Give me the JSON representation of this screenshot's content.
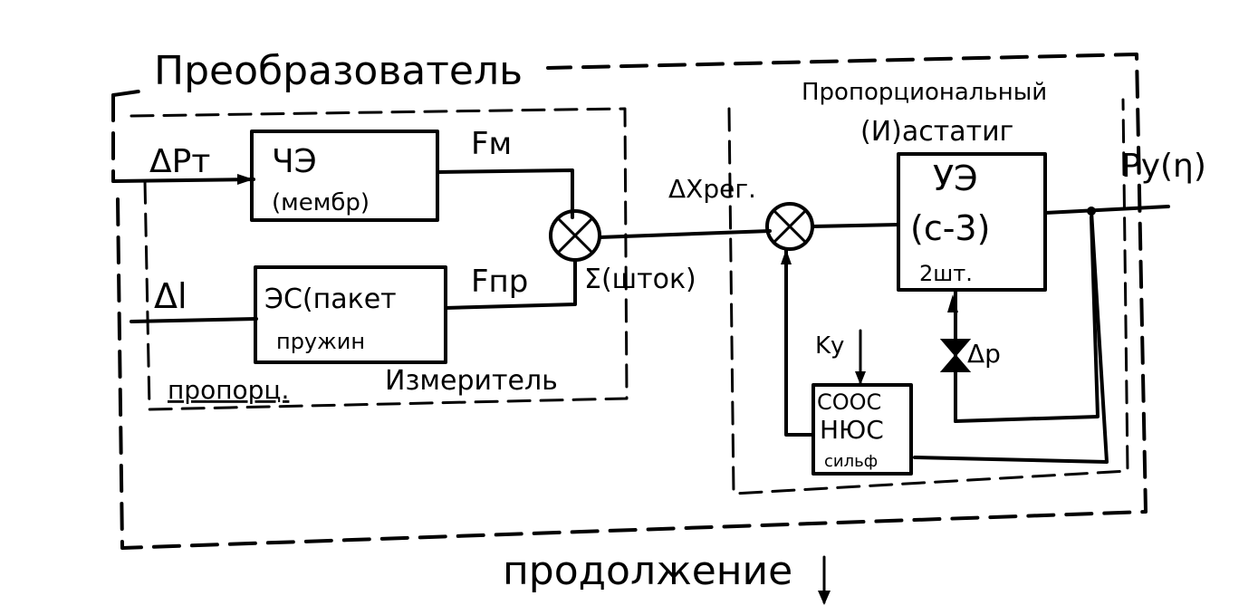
{
  "diagram": {
    "outer_title": "Преобразователь",
    "meter_label": "Измеритель",
    "proportional_label": "пропорц.",
    "regulator_title_line1": "Пропорциональный",
    "regulator_title_line2": "(И)астатиг",
    "inputs": {
      "dp_t": "ΔPт",
      "dl": "Δl"
    },
    "blocks": {
      "che": {
        "line1": "ЧЭ",
        "line2": "(мембр)"
      },
      "es": {
        "line1": "ЭС(пакет",
        "line2": "пружин"
      },
      "ue": {
        "line1": "УЭ",
        "line2": "(с-3)",
        "line3": "2шт."
      },
      "feedback": {
        "line1": "СООС",
        "line2": "НЮС",
        "line3": "сильф"
      }
    },
    "signals": {
      "fm": "Fм",
      "fpr": "Fпр",
      "sum": "Σ(шток)",
      "dx": "ΔХрег.",
      "output": "Pу(η)",
      "ky": "Kу",
      "dp": "Δр"
    },
    "footer": "продолжение"
  }
}
